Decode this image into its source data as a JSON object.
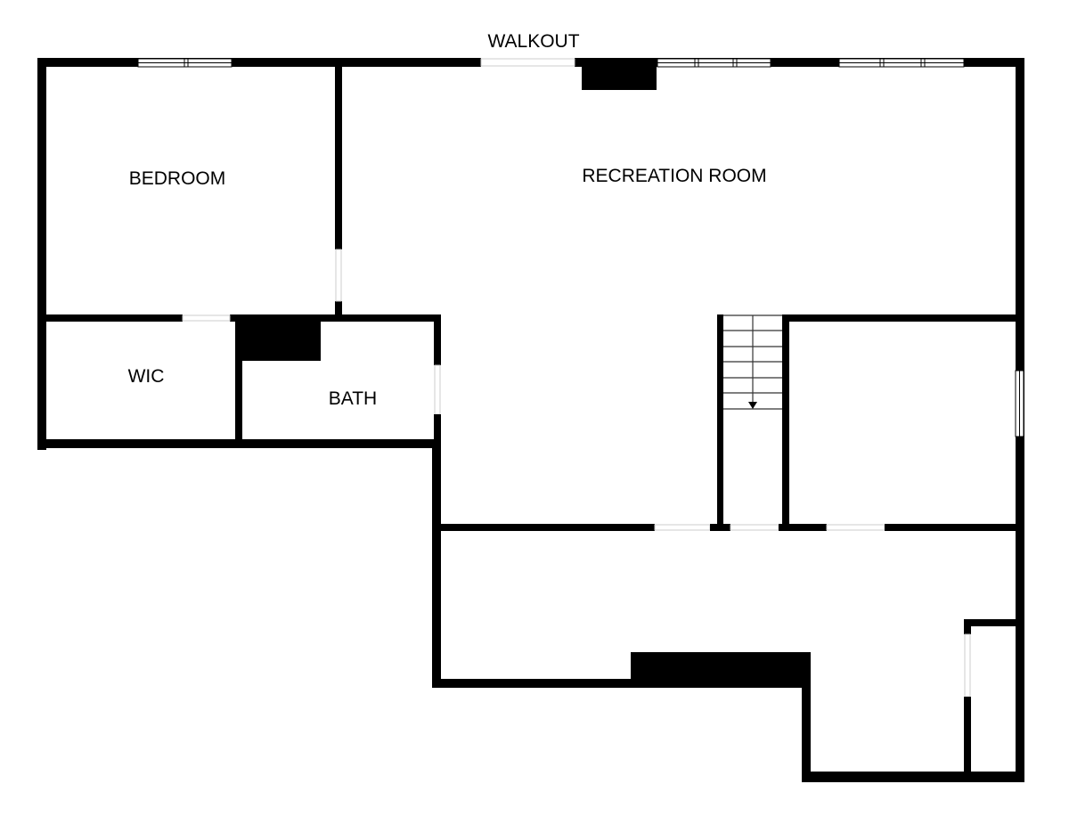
{
  "floorplan": {
    "labels": {
      "walkout": "WALKOUT",
      "bedroom": "BEDROOM",
      "recreation_room": "RECREATION ROOM",
      "wic": "WIC",
      "bath": "BATH"
    },
    "colors": {
      "wall": "#000000",
      "background": "#ffffff"
    }
  }
}
